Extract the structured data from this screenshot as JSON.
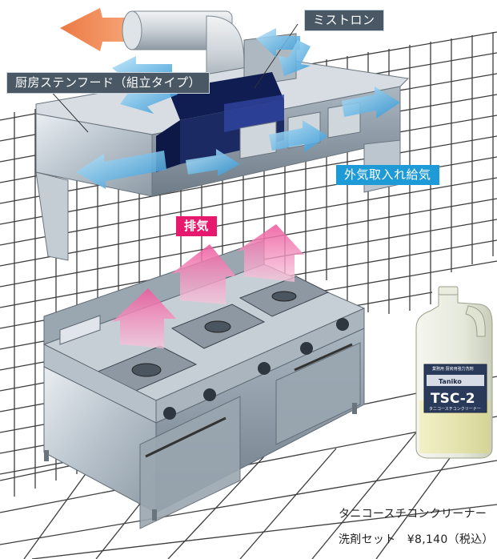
{
  "labels": {
    "mistron": "ミストロン",
    "hood": "厨房ステンフード（組立タイプ）",
    "fresh_air": "外気取入れ給気",
    "exhaust": "排気"
  },
  "product": {
    "bottle_brand": "Taniko",
    "bottle_model": "TSC-2",
    "bottle_small_text": "業務用 厨房用強力洗剤",
    "bottle_sub_text": "タニコースチコンクリーナー",
    "name": "タニコースチコンクリーナー",
    "price_line": "洗剤セット　¥8,140（税込）"
  },
  "colors": {
    "stainless": "#b8c3cc",
    "hood_dark": "#1b2a63",
    "airflow_blue": "#3aa6e0",
    "exhaust_pink": "#f06aa8",
    "tile_line": "#444444"
  }
}
